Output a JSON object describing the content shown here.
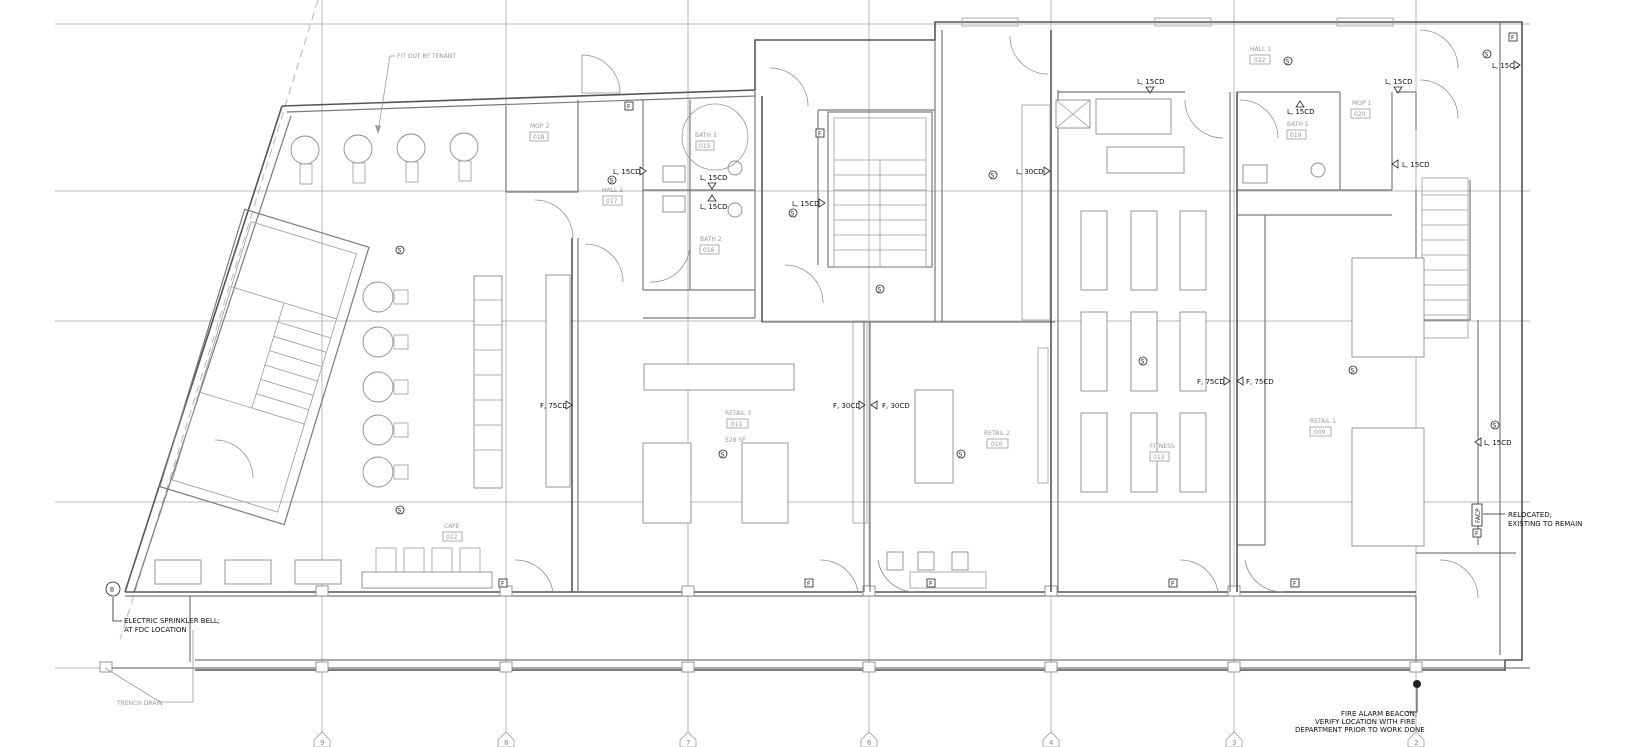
{
  "rooms": [
    {
      "name": "HALL 1",
      "number": "022"
    },
    {
      "name": "MOP 2",
      "number": "018"
    },
    {
      "name": "BATH 3",
      "number": "015"
    },
    {
      "name": "HALL 2",
      "number": "017"
    },
    {
      "name": "BATH 2",
      "number": "016"
    },
    {
      "name": "BATH 1",
      "number": "019"
    },
    {
      "name": "MOP 1",
      "number": "020"
    },
    {
      "name": "RETAIL 3",
      "number": "011",
      "area": "528 SF"
    },
    {
      "name": "RETAIL 2",
      "number": "010"
    },
    {
      "name": "FITNESS",
      "number": "013"
    },
    {
      "name": "RETAIL 1",
      "number": "009"
    },
    {
      "name": "CAFE",
      "number": "012"
    }
  ],
  "fire_ratings": [
    {
      "text": "L, 15CD"
    },
    {
      "text": "L, 15CD"
    },
    {
      "text": "L, 15CD"
    },
    {
      "text": "L, 15CD"
    },
    {
      "text": "L, 15CD"
    },
    {
      "text": "L, 15CD"
    },
    {
      "text": "L, 30CD"
    },
    {
      "text": "L, 15CD"
    },
    {
      "text": "L, 15CD"
    },
    {
      "text": "L, 15CD"
    },
    {
      "text": "L, 15CD"
    },
    {
      "text": "F, 75CD"
    },
    {
      "text": "F, 30CD"
    },
    {
      "text": "F, 30CD"
    },
    {
      "text": "F, 75CD"
    },
    {
      "text": "F, 75CD"
    }
  ],
  "notes": {
    "fit_out": "FIT OUT BY TENANT",
    "sprinkler_line1": "ELECTRIC SPRINKLER BELL;",
    "sprinkler_line2": "AT FDC LOCATION",
    "trench": "TRENCH DRAIN",
    "relocated_line1": "RELOCATED;",
    "relocated_line2": "EXISTING TO REMAIN",
    "facp": "FACP",
    "beacon_line1": "FIRE ALARM BEACON;",
    "beacon_line2": "VERIFY LOCATION WITH FIRE",
    "beacon_line3": "DEPARTMENT PRIOR TO WORK DONE"
  },
  "symbols": {
    "smoke": "S",
    "extinguisher": "F",
    "sprinkler_bell": "B"
  },
  "grid_bubbles": [
    "9",
    "8",
    "7",
    "6",
    "4",
    "3",
    "2"
  ],
  "colors": {
    "linework": "#7a7a7a",
    "annotation": "#111111",
    "room_tag": "#9a9a9a"
  }
}
